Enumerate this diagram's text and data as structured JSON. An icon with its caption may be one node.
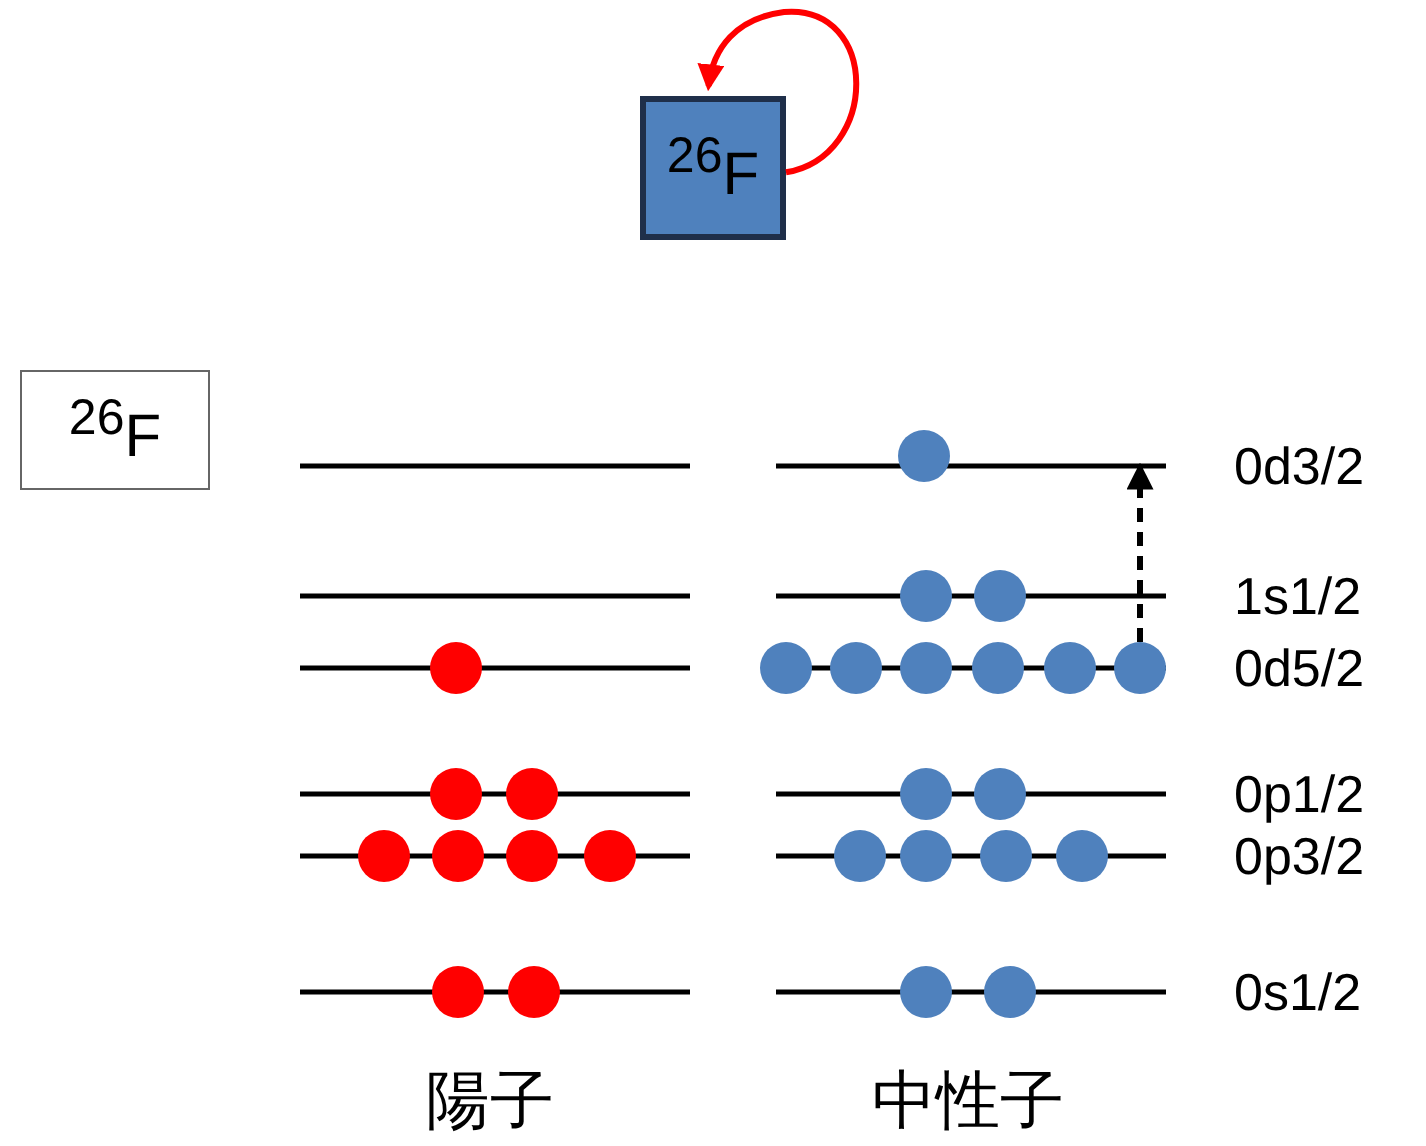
{
  "diagram": {
    "nodes": [
      {
        "text": [
          "$^{26}$F"
        ]
      },
      {
        "text": [
          "$^{26}$F"
        ]
      },
      {
        "text": [],
        "shape": "circle"
      }
    ],
    "edges": [
      {
        "from": 0,
        "to": 0,
        "arrow": "to",
        "color": "#ff0000"
      },
      {
        "from": 2,
        "to": null,
        "arrow": "to",
        "style": "dashed",
        "color": "#000000"
      }
    ],
    "labels": [
      "0d3/2",
      "1s1/2",
      "0d5/2",
      "0p1/2",
      "0p3/2",
      "0s1/2",
      "陽子",
      "中性子"
    ]
  }
}
